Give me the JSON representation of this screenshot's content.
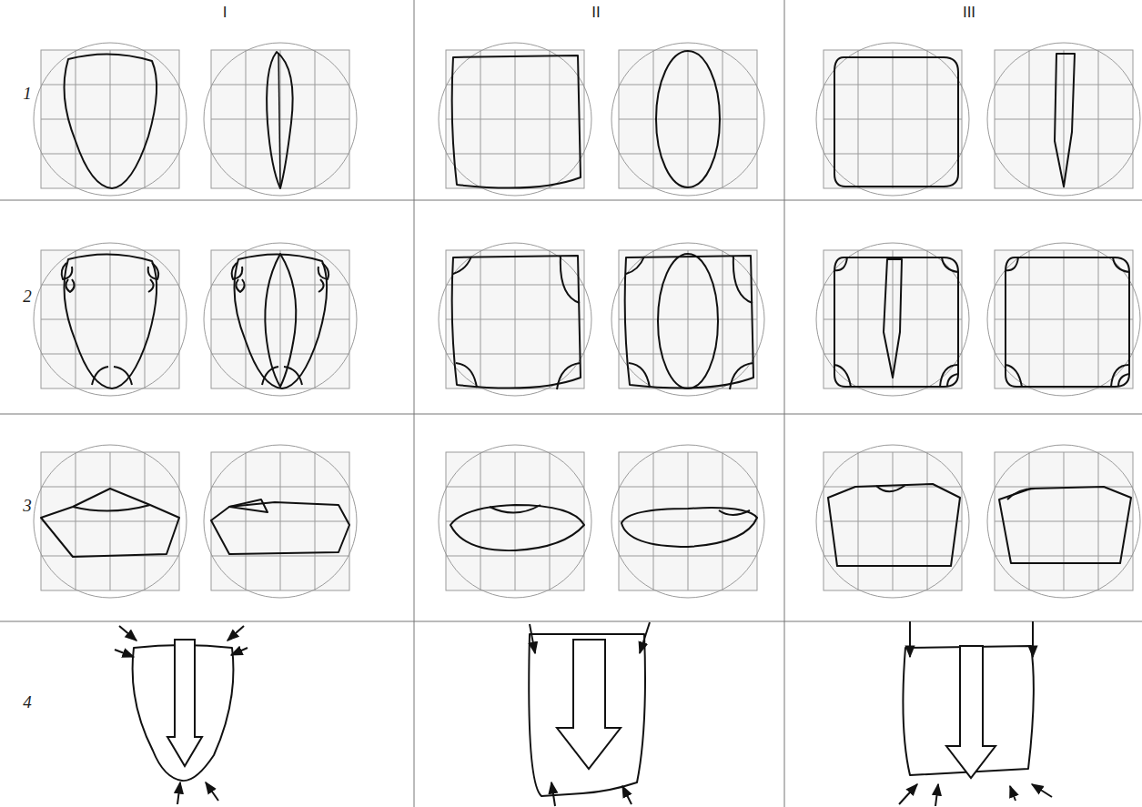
{
  "diagram": {
    "labels": [
      "I",
      "II",
      "III",
      "1",
      "2",
      "3",
      "4"
    ]
  }
}
